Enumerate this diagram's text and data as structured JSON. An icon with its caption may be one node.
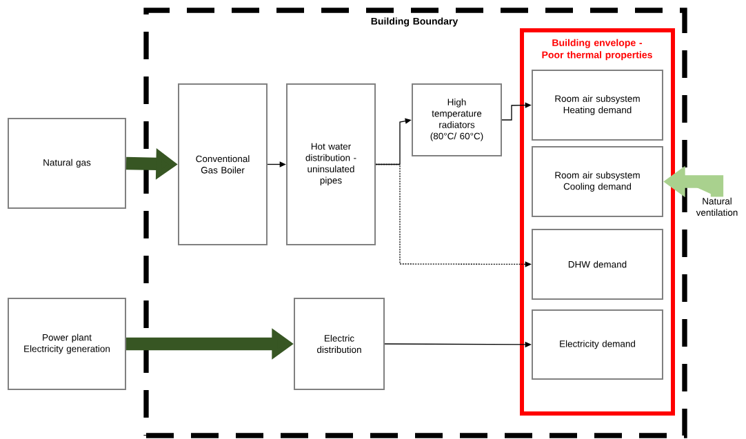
{
  "diagram": {
    "nodes": [
      {
        "text": [
          "Building Boundary"
        ]
      },
      {
        "text": [
          "Building envelope - Poor thermal properties"
        ],
        "in": 0
      },
      {
        "text": [
          "Natural gas"
        ]
      },
      {
        "text": [
          "Conventional Gas Boiler"
        ],
        "in": 0
      },
      {
        "text": [
          "Hot water distribution - uninsulated pipes"
        ],
        "in": 0
      },
      {
        "text": [
          "High temperature radiators (80°C/ 60°C)"
        ],
        "in": 0
      },
      {
        "text": [
          "Room air subsystem Heating demand"
        ],
        "in": 1
      },
      {
        "text": [
          "Room air subsystem Cooling demand"
        ],
        "in": 1
      },
      {
        "text": [
          "DHW demand"
        ],
        "in": 1
      },
      {
        "text": [
          "Electricity demand"
        ],
        "in": 1
      },
      {
        "text": [
          "Power plant Electricity generation"
        ]
      },
      {
        "text": [
          "Electric distribution"
        ],
        "in": 0
      },
      {
        "text": [
          "Natural ventilation"
        ]
      }
    ],
    "edges": [
      {
        "from": 2,
        "to": 3,
        "arrow": "to",
        "style": "thick",
        "color": "#375623"
      },
      {
        "from": 3,
        "to": 4,
        "arrow": "to"
      },
      {
        "from": 4,
        "to": 5,
        "arrow": "to"
      },
      {
        "from": 5,
        "to": 6,
        "arrow": "to"
      },
      {
        "from": 4,
        "to": 8,
        "arrow": "to",
        "style": "dashed"
      },
      {
        "from": 10,
        "to": 11,
        "arrow": "to",
        "style": "thick",
        "color": "#375623"
      },
      {
        "from": 11,
        "to": 9,
        "arrow": "to"
      },
      {
        "from": 12,
        "to": 7,
        "arrow": "to",
        "style": "thick",
        "color": "#a9d18e"
      }
    ]
  }
}
